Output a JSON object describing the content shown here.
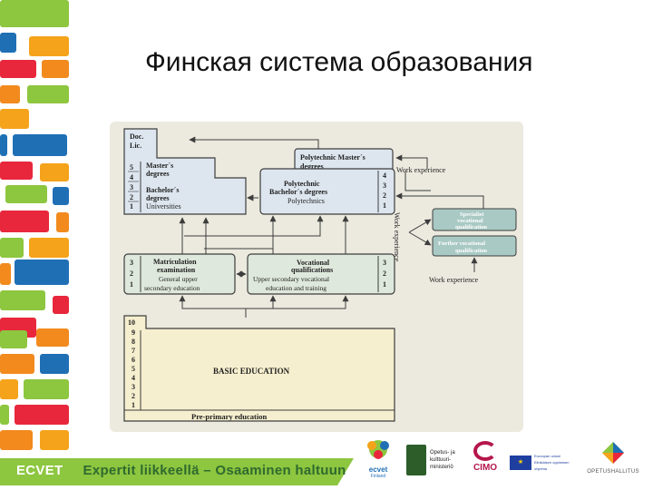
{
  "slide": {
    "title": "Финская система образования"
  },
  "diagram": {
    "doc_lic": "Doc. Lic.",
    "doc": "Doc.",
    "lic": "Lic.",
    "masters_degrees_1": "Master´s",
    "masters_degrees_2": "degrees",
    "bachelors_degrees_1": "Bachelor´s",
    "bachelors_degrees_2": "degrees",
    "universities": "Universities",
    "uni_years": [
      "5",
      "4",
      "3",
      "2",
      "1"
    ],
    "poly_masters_1": "Polytechnic Master´s",
    "poly_masters_2": "degrees",
    "poly_bachelors_1": "Polytechnic",
    "poly_bachelors_2": "Bachelor´s degrees",
    "polytechnics": "Polytechnics",
    "poly_years": [
      "4",
      "3",
      "2",
      "1"
    ],
    "work_experience_top": "Work experience",
    "work_experience_vertical": "Work experience",
    "work_experience_bottom": "Work experience",
    "specialist_1": "Specialist",
    "specialist_2": "vocational",
    "specialist_3": "qualification",
    "further_1": "Further vocational",
    "further_2": "qualification",
    "matric_1": "Matriculation",
    "matric_2": "examination",
    "matric_3": "General upper",
    "matric_4": "secondary education",
    "matric_years": [
      "3",
      "2",
      "1"
    ],
    "voc_1": "Vocational",
    "voc_2": "qualifications",
    "voc_3": "Upper secondary vocational",
    "voc_4": "education and training",
    "voc_years": [
      "3",
      "2",
      "1"
    ],
    "basic_years": [
      "10",
      "9",
      "8",
      "7",
      "6",
      "5",
      "4",
      "3",
      "2",
      "1"
    ],
    "basic_education": "BASIC EDUCATION",
    "pre_primary": "Pre-primary education"
  },
  "footer": {
    "ecvet": "ECVET",
    "slogan": "Expertit liikkeellä – Osaaminen haltuun",
    "logo_ecvet": "ecvet",
    "logo_ecvet_sub": "Finland",
    "logo_opetus_1": "Opetus- ja",
    "logo_opetus_2": "kulttuuri-",
    "logo_opetus_3": "ministeriö",
    "logo_cimo": "CIMO",
    "logo_eu_1": "Euroopan unioni",
    "logo_eu_2": "Elinikäisen oppimisen",
    "logo_eu_3": "ohjelma",
    "logo_oph": "OPETUSHALLITUS"
  },
  "colors": {
    "panel_bg": "#eceadf",
    "blue_box": "#dde6ef",
    "green_box": "#dfe8dc",
    "cream_box": "#f6efcf",
    "teal_box": "#a9c9c4",
    "border": "#3d3d3d",
    "footer_green": "#8dc63f",
    "footer_text_green": "#2f8a3a"
  }
}
